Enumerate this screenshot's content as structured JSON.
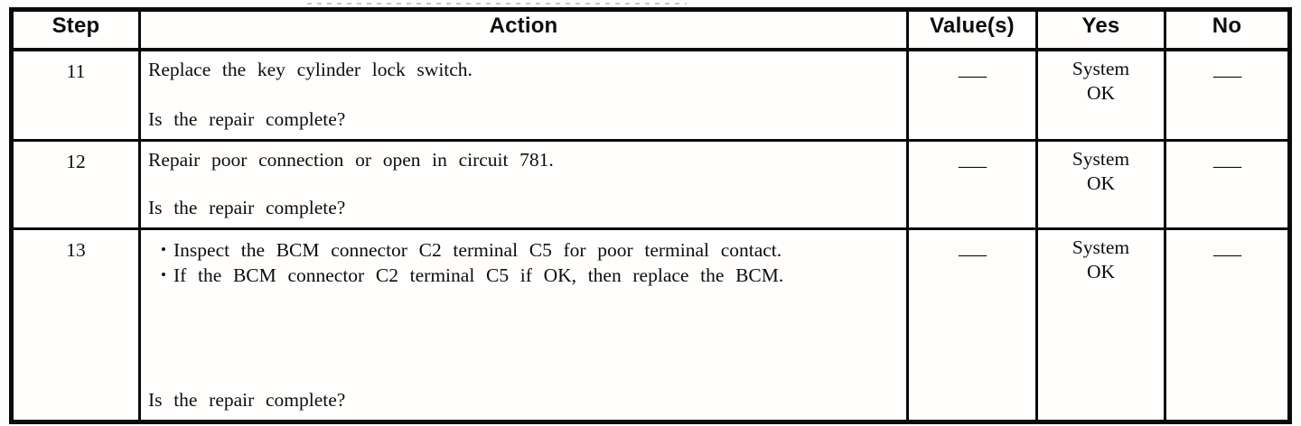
{
  "glyphs": {
    "bullet": "•"
  },
  "table": {
    "header": {
      "step": "Step",
      "action": "Action",
      "values": "Value(s)",
      "yes": "Yes",
      "no": "No"
    },
    "rows": [
      {
        "step": "11",
        "action": "Replace the key cylinder lock switch.",
        "question": "Is the repair complete?",
        "values": "—",
        "yes_line1": "System",
        "yes_line2": "OK",
        "no": "—"
      },
      {
        "step": "12",
        "action": "Repair poor connection or open in circuit 781.",
        "question": "Is the repair complete?",
        "values": "—",
        "yes_line1": "System",
        "yes_line2": "OK",
        "no": "—"
      },
      {
        "step": "13",
        "bullets": [
          "Inspect the BCM connector C2 terminal C5 for poor terminal contact.",
          "If the BCM connector C2 terminal C5 if OK, then replace the BCM."
        ],
        "question": "Is the repair complete?",
        "values": "—",
        "yes_line1": "System",
        "yes_line2": "OK",
        "no": "—"
      }
    ]
  }
}
